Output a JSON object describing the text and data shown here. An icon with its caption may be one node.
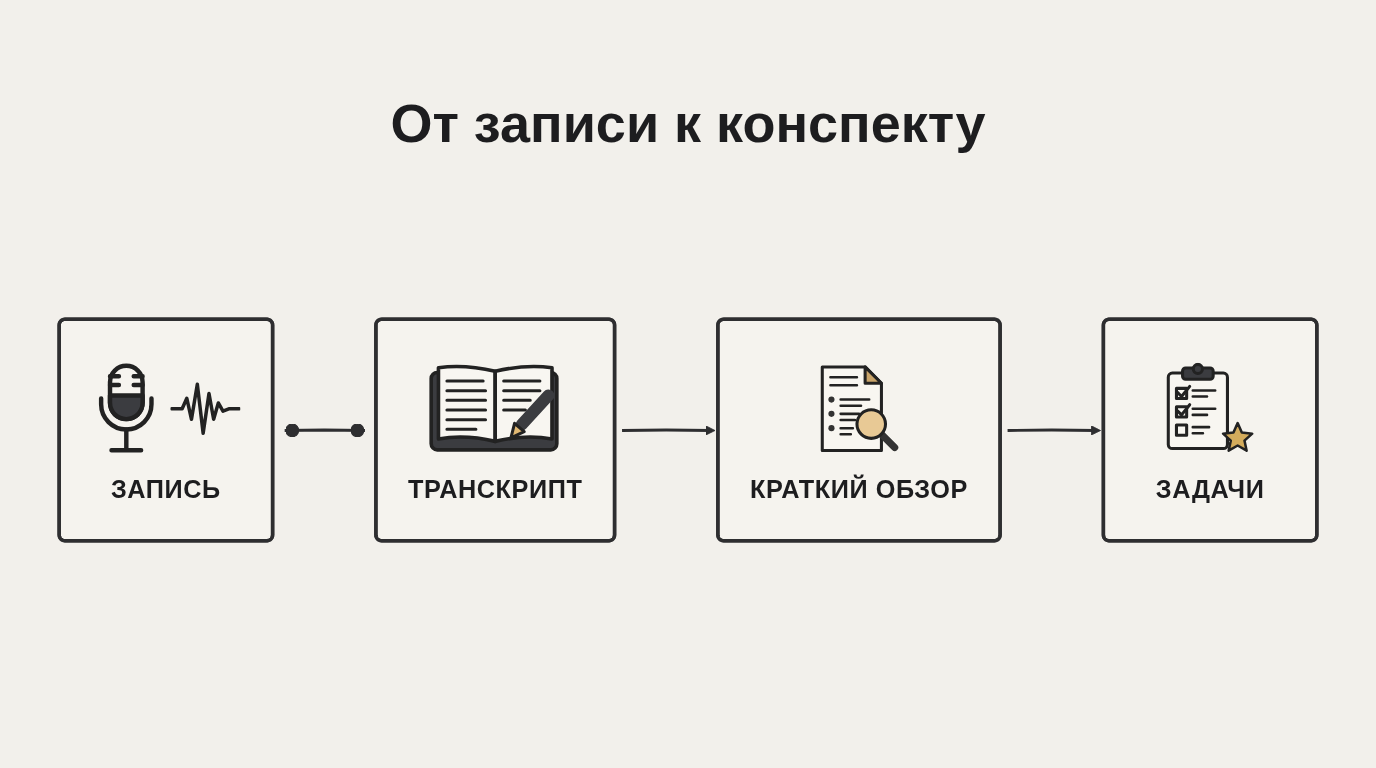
{
  "diagram": {
    "title": "От записи к конспекту",
    "nodes": [
      {
        "text": [
          "ЗАПИСЬ"
        ]
      },
      {
        "text": [
          "ТРАНСКРИПТ"
        ]
      },
      {
        "text": [
          "КРАТКИЙ ОБЗОР"
        ]
      },
      {
        "text": [
          "ЗАДАЧИ"
        ]
      }
    ],
    "edges": [
      {
        "from": 0,
        "to": 1,
        "arrow": "other"
      },
      {
        "from": 1,
        "to": 2,
        "arrow": "to"
      },
      {
        "from": 2,
        "to": 3,
        "arrow": "to"
      }
    ]
  }
}
